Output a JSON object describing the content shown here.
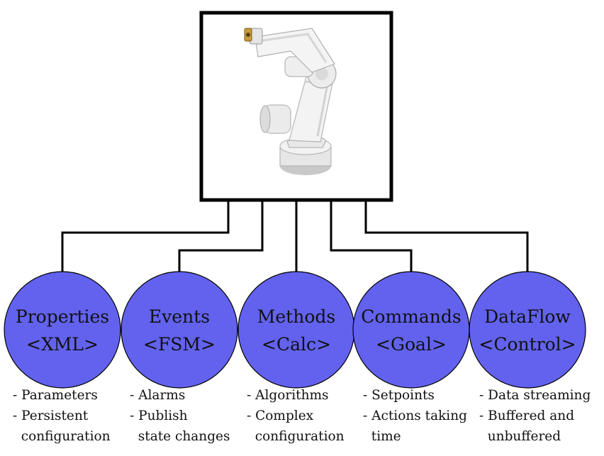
{
  "colors": {
    "circle_fill": "#6262ee",
    "stroke": "#000000",
    "robot_body": "#f0f0f0",
    "robot_shade": "#cfcfcf"
  },
  "robot": {
    "icon": "robot-arm-image"
  },
  "components": [
    {
      "title": "Properties",
      "subtitle": "<XML>",
      "notes": [
        "- Parameters",
        "- Persistent",
        "  configuration"
      ]
    },
    {
      "title": "Events",
      "subtitle": "<FSM>",
      "notes": [
        "- Alarms",
        "- Publish",
        "  state changes"
      ]
    },
    {
      "title": "Methods",
      "subtitle": "<Calc>",
      "notes": [
        "- Algorithms",
        "- Complex",
        "  configuration"
      ]
    },
    {
      "title": "Commands",
      "subtitle": "<Goal>",
      "notes": [
        "- Setpoints",
        "- Actions taking",
        "  time"
      ]
    },
    {
      "title": "DataFlow",
      "subtitle": "<Control>",
      "notes": [
        "- Data streaming",
        "- Buffered and",
        "  unbuffered"
      ]
    }
  ]
}
